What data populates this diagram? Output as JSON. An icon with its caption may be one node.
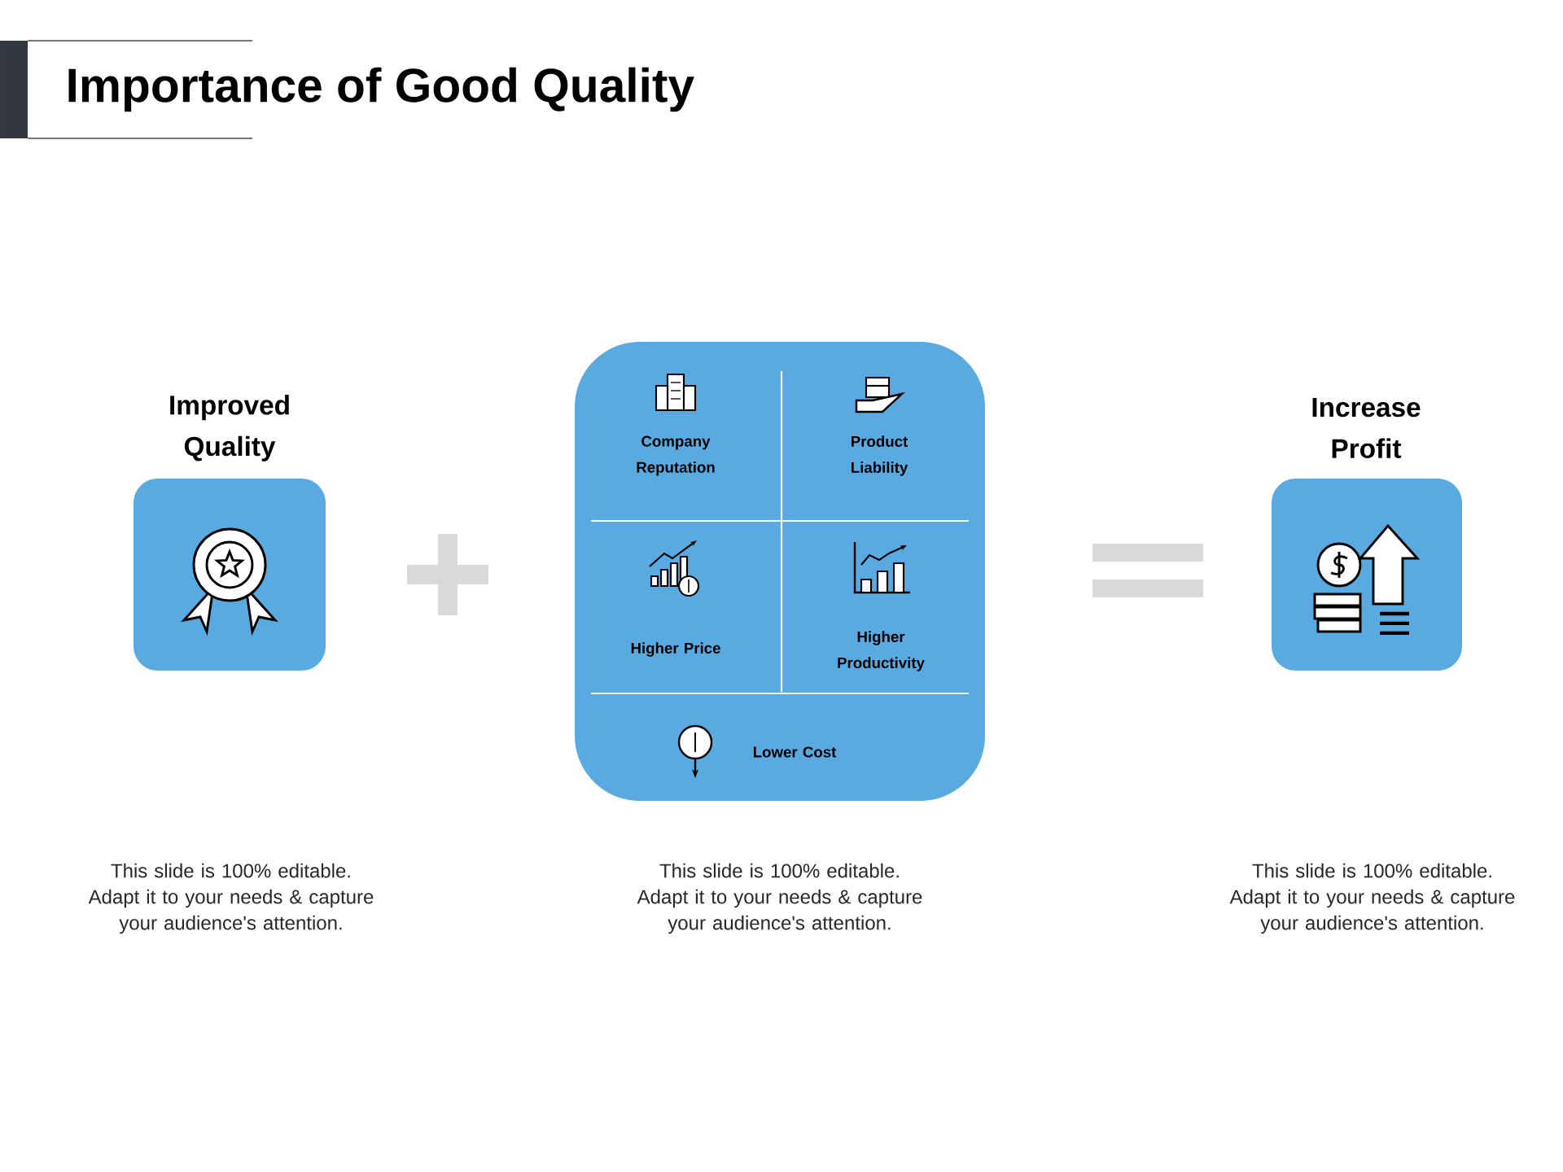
{
  "diagram": {
    "title": "Importance of Good Quality",
    "nodes": [
      {
        "text": [
          "Improved Quality"
        ]
      },
      {
        "text": [],
        "shape": "box"
      },
      {
        "text": [
          "Company Reputation"
        ],
        "in": 1
      },
      {
        "text": [
          "Product Liability"
        ],
        "in": 1
      },
      {
        "text": [
          "Higher Price"
        ],
        "in": 1
      },
      {
        "text": [
          "Higher Productivity"
        ],
        "in": 1
      },
      {
        "text": [
          "Lower Cost"
        ],
        "in": 1
      },
      {
        "text": [
          "Increase Profit"
        ]
      }
    ],
    "labels": [
      "This slide is 100% editable. Adapt it to your needs & capture your audience's attention.",
      "This slide is 100% editable. Adapt it to your needs & capture your audience's attention.",
      "This slide is 100% editable. Adapt it to your needs & capture your audience's attention."
    ]
  }
}
